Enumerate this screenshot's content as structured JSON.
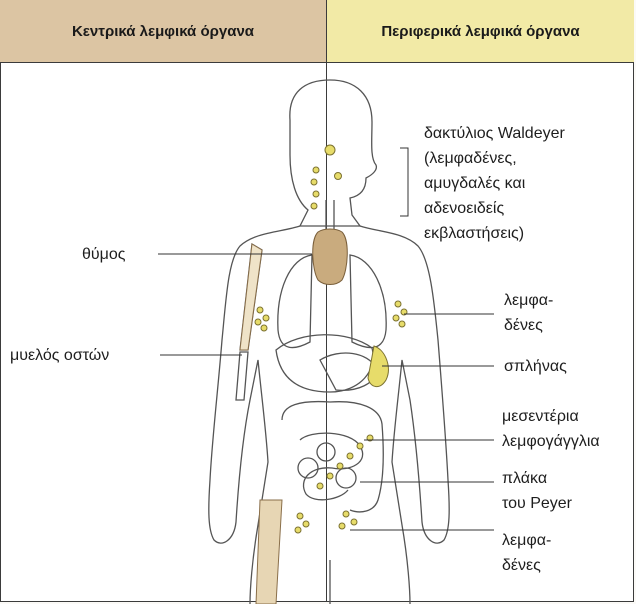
{
  "header": {
    "central_title": "Κεντρικά λεμφικά όργανα",
    "peripheral_title": "Περιφερικά λεμφικά όργανα"
  },
  "labels": {
    "waldeyer": [
      "δακτύλιος Waldeyer",
      "(λεμφαδένες,",
      "αμυγδαλές και",
      "αδενοειδείς",
      "εκβλαστήσεις)"
    ],
    "thymus": "θύμος",
    "bone_marrow": "μυελός οστών",
    "lymph_nodes_axillary": [
      "λεμφα-",
      "δένες"
    ],
    "spleen": "σπλήνας",
    "mesenteric": [
      "μεσεντέρια",
      "λεμφογάγγλια"
    ],
    "peyer": [
      "πλάκα",
      "του Peyer"
    ],
    "lymph_nodes_inguinal": [
      "λεμφα-",
      "δένες"
    ]
  },
  "colors": {
    "central_header": "#dcc5a3",
    "peripheral_header": "#f2eaa6",
    "thymus_fill": "#c9ab7e",
    "bone_fill": "#e7d6b4",
    "lymph_fill": "#e7dc6a",
    "outline": "#555555"
  }
}
